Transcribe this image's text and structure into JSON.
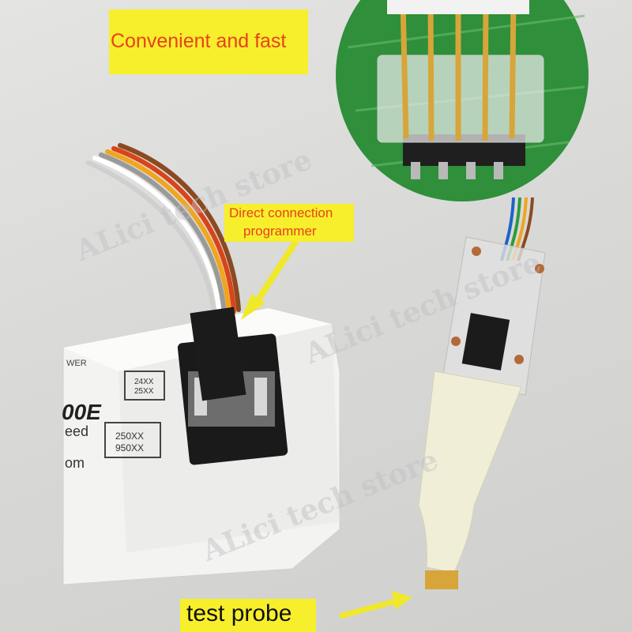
{
  "annotations": {
    "title": "Convenient and fast",
    "direct_line1": "Direct connection",
    "direct_line2": "programmer",
    "probe": "test probe"
  },
  "programmer_labels": {
    "power": "WER",
    "model": "00E",
    "speed": "eed",
    "site": "om",
    "chip_top_line1": "24XX",
    "chip_top_line2": "25XX",
    "chip_bottom_line1": "250XX",
    "chip_bottom_line2": "950XX"
  },
  "watermark": "ALici tech store",
  "colors": {
    "highlight": "#f7ef2b",
    "annotation_text": "#e8421c",
    "pcb_green": "#2f8f3a",
    "gold": "#d7a53a"
  }
}
